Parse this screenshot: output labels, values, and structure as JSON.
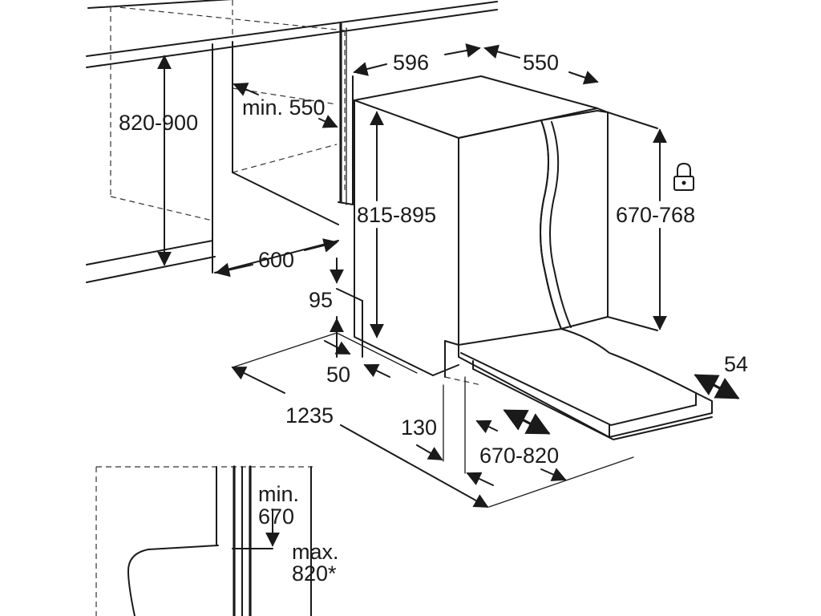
{
  "dimensions": {
    "cabinet_height": "820-900",
    "min_depth": "min. 550",
    "cabinet_width": "600",
    "kick_height": "95",
    "kick_offset": "50",
    "appliance_width": "596",
    "appliance_depth": "550",
    "appliance_height": "815-895",
    "door_panel_height": "670-768",
    "door_adjust": "54",
    "total_depth": "1235",
    "plinth_depth": "130",
    "door_range": "670-820"
  },
  "detail": {
    "min_label_line1": "min.",
    "min_label_line2": "670",
    "max_label_line1": "max.",
    "max_label_line2": "820*"
  },
  "icons": [
    "lock-icon",
    "double-arrow-icon"
  ]
}
